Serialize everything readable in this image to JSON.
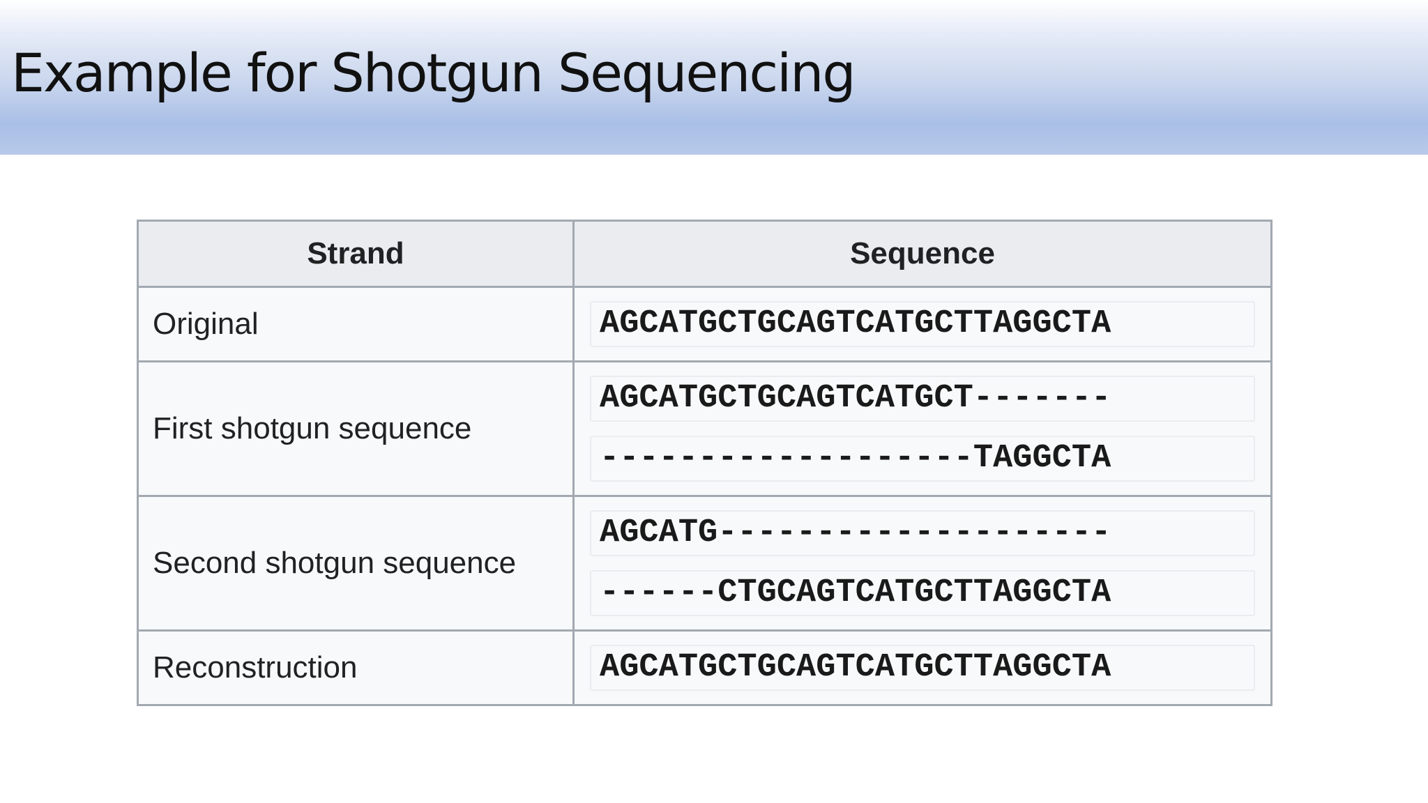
{
  "slide": {
    "title": "Example for Shotgun Sequencing"
  },
  "table": {
    "headers": {
      "strand": "Strand",
      "sequence": "Sequence"
    },
    "rows": [
      {
        "strand": "Original",
        "sequences": [
          "AGCATGCTGCAGTCATGCTTAGGCTA"
        ]
      },
      {
        "strand": "First shotgun sequence",
        "sequences": [
          "AGCATGCTGCAGTCATGCT-------",
          "-------------------TAGGCTA"
        ]
      },
      {
        "strand": "Second shotgun sequence",
        "sequences": [
          "AGCATG--------------------",
          "------CTGCAGTCATGCTTAGGCTA"
        ]
      },
      {
        "strand": "Reconstruction",
        "sequences": [
          "AGCATGCTGCAGTCATGCTTAGGCTA"
        ]
      }
    ]
  },
  "colors": {
    "header_gradient_bottom": "#a9bfe6",
    "table_border": "#a2a9b1",
    "table_header_bg": "#eaecf0"
  }
}
